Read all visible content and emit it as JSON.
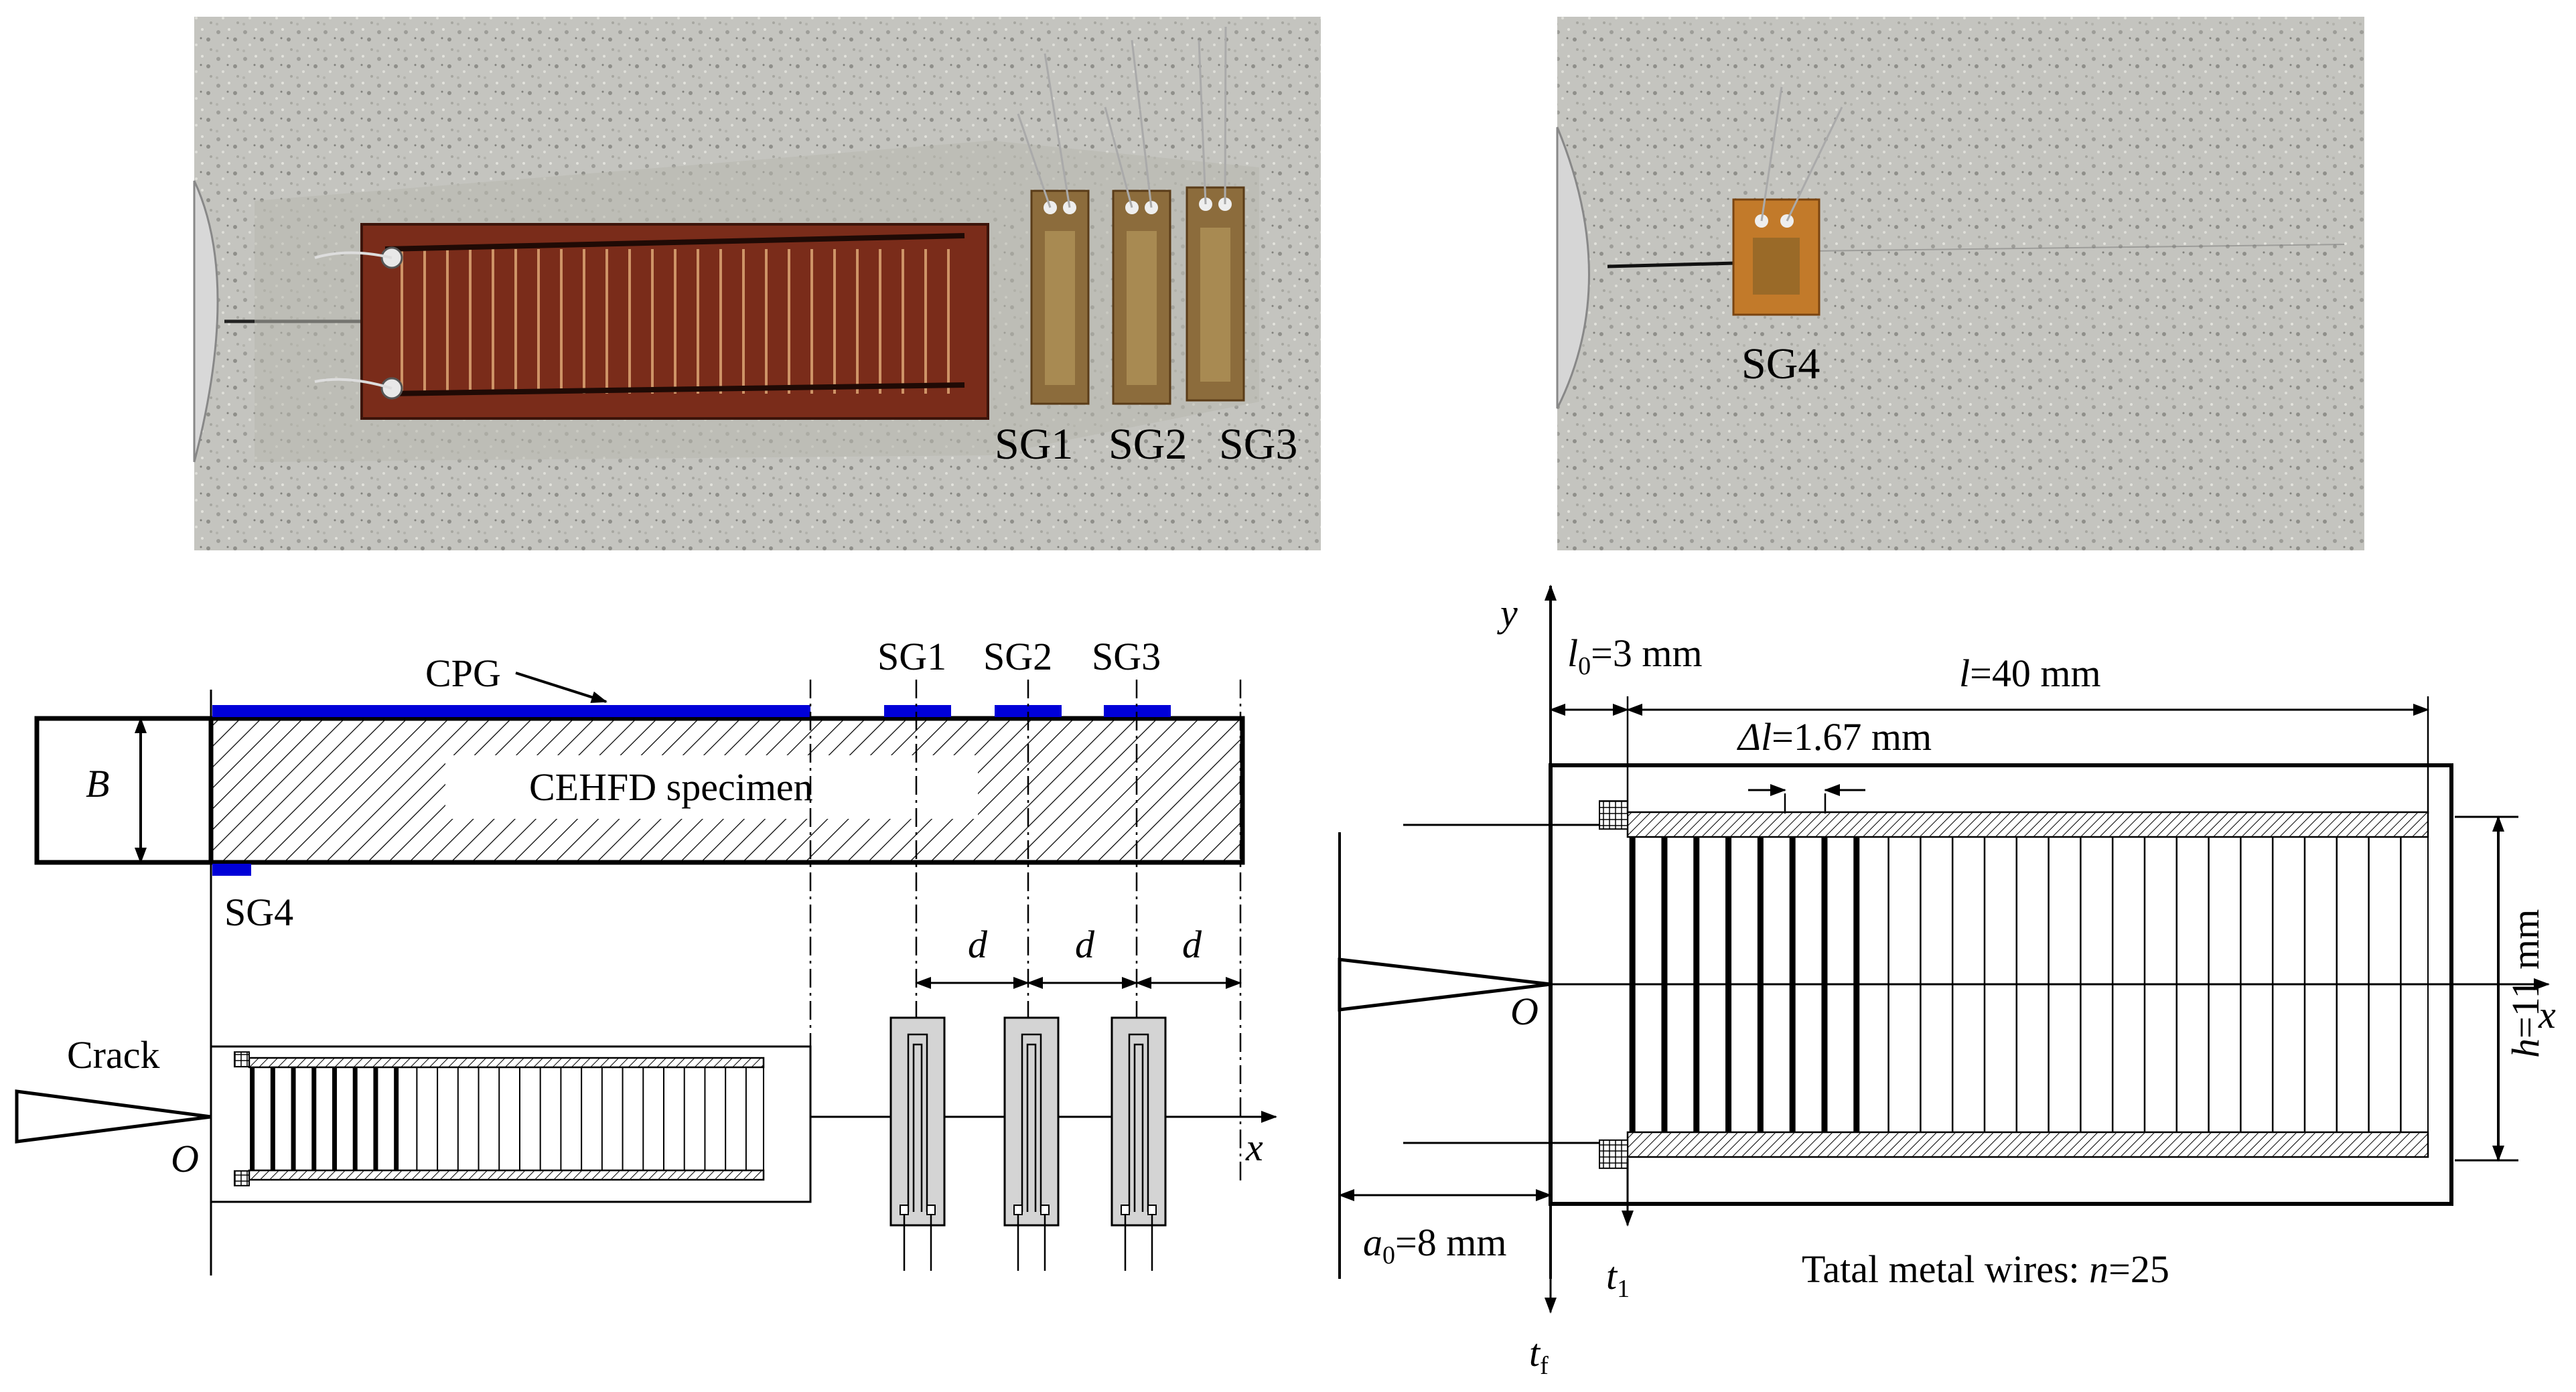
{
  "photos": {
    "left": {
      "labels": [
        "SG1",
        "SG2",
        "SG3"
      ]
    },
    "right": {
      "label": "SG4"
    }
  },
  "side_view": {
    "cpg_label": "CPG",
    "specimen_label": "CEHFD specimen",
    "thickness_label": "B",
    "gauge_labels": [
      "SG1",
      "SG2",
      "SG3"
    ],
    "sg4_label": "SG4",
    "spacing_label": "d",
    "crack_label": "Crack",
    "origin_label": "O",
    "x_label": "x"
  },
  "detail_view": {
    "y_label": "y",
    "x_label": "x",
    "origin_label": "O",
    "l0_sym": "l",
    "l0_sub": "0",
    "l0_val": "=3 mm",
    "l_sym": "l",
    "l_val": "=40 mm",
    "dl_sym": "Δl",
    "dl_val": "=1.67 mm",
    "h_sym": "h",
    "h_val": "=11 mm",
    "a0_sym": "a",
    "a0_sub": "0",
    "a0_val": "=8 mm",
    "t1_sym": "t",
    "t1_sub": "1",
    "tf_sym": "t",
    "tf_sub": "f",
    "total_prefix": "Tatal metal wires: ",
    "total_sym": "n",
    "total_val": "=25"
  },
  "colors": {
    "copper": "#7a2c1a",
    "amber": "#c27a2a",
    "concrete": "#c9c9c4",
    "blue": "#0000d8",
    "gauge_fill": "#d4d4d4",
    "bus_fill": "#9b9b9b"
  },
  "icons": [
    "crack-tip-icon"
  ]
}
